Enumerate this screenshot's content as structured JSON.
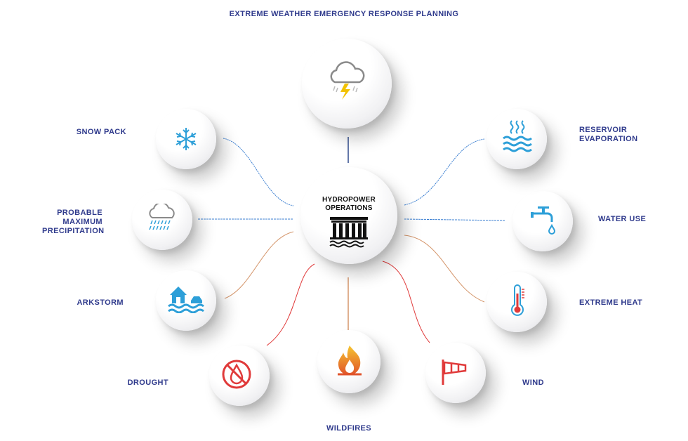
{
  "title": "EXTREME WEATHER EMERGENCY RESPONSE PLANNING",
  "center": {
    "label": "HYDROPOWER OPERATIONS",
    "icon": "dam-icon"
  },
  "nodes": [
    {
      "id": "extreme-weather",
      "label": "",
      "icon": "storm-cloud-icon",
      "connector_color": "#2f4a8c"
    },
    {
      "id": "snow-pack",
      "label": "SNOW PACK",
      "icon": "snowflake-icon",
      "connector_color": "#3b7fd1"
    },
    {
      "id": "probable-maximum-precipitation",
      "label": "PROBABLE MAXIMUM PRECIPITATION",
      "icon": "rain-cloud-icon",
      "connector_color": "#3b7fd1"
    },
    {
      "id": "arkstorm",
      "label": "ARKSTORM",
      "icon": "flood-icon",
      "connector_color": "#d4956a"
    },
    {
      "id": "drought",
      "label": "DROUGHT",
      "icon": "no-water-icon",
      "connector_color": "#e03a3a"
    },
    {
      "id": "wildfires",
      "label": "WILDFIRES",
      "icon": "fire-icon",
      "connector_color": "#d4956a"
    },
    {
      "id": "wind",
      "label": "WIND",
      "icon": "windsock-icon",
      "connector_color": "#e03a3a"
    },
    {
      "id": "extreme-heat",
      "label": "EXTREME HEAT",
      "icon": "thermometer-icon",
      "connector_color": "#d4956a"
    },
    {
      "id": "water-use",
      "label": "WATER USE",
      "icon": "faucet-icon",
      "connector_color": "#3b7fd1"
    },
    {
      "id": "reservoir-evaporation",
      "label": "RESERVOIR EVAPORATION",
      "icon": "evaporation-icon",
      "connector_color": "#3b7fd1"
    }
  ],
  "colors": {
    "label": "#2f3a8c",
    "blue_icon": "#2d9fd8",
    "red_icon": "#e03a3a",
    "sphere_shadow": "#00000033"
  }
}
